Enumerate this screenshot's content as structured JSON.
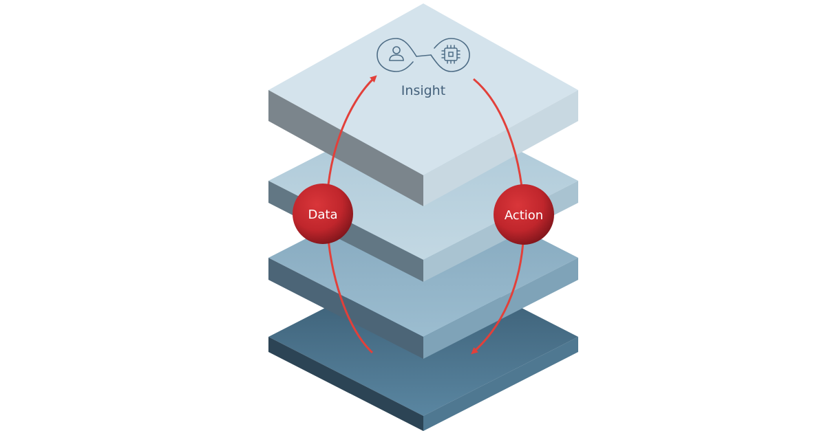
{
  "labels": {
    "insight": "Insight",
    "data": "Data",
    "action": "Action"
  },
  "icons": {
    "loop": "infinity-loop-icon",
    "person": "person-icon",
    "chip": "chip-icon"
  },
  "colors": {
    "arrow": "#e2403a",
    "badge": "#c0262c",
    "icon_stroke": "#4d6c85",
    "insight_text": "#43607a",
    "badge_text": "#ffffff",
    "layer1_top": "#d4e3ec",
    "layer2_top": "#b8d0de",
    "layer3_top": "#8fb1c6",
    "layer4_top": "#4b7590"
  }
}
